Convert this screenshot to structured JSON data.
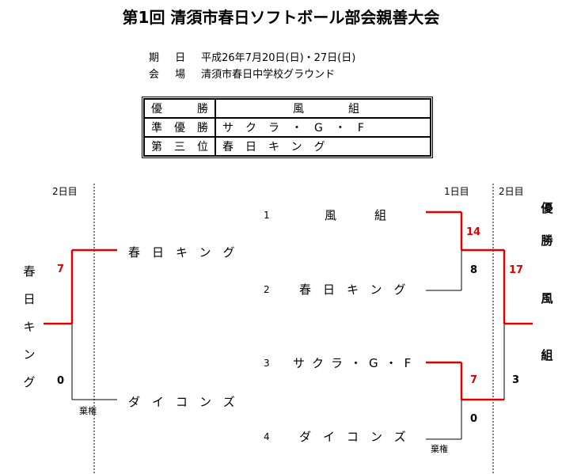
{
  "title": "第1回 清須市春日ソフトボール部会親善大会",
  "info": {
    "date_key": "期 日",
    "date_value": "平成26年7月20日(日)・27日(日)",
    "venue_key": "会 場",
    "venue_value": "清須市春日中学校グラウンド"
  },
  "results": [
    {
      "label": "優勝",
      "value": "風組"
    },
    {
      "label": "準優勝",
      "value": "サクラ・G・F"
    },
    {
      "label": "第三位",
      "value": "春日キング"
    }
  ],
  "day_labels": {
    "left_day2": "2日目",
    "right_day1": "1日目",
    "right_day2": "2日目"
  },
  "bracket": {
    "entries": [
      {
        "num": "1",
        "team": "風組"
      },
      {
        "num": "2",
        "team": "春日キング"
      },
      {
        "num": "3",
        "team": "サクラ・G・F"
      },
      {
        "num": "4",
        "team": "ダイコンズ"
      }
    ],
    "round1": [
      {
        "winner_score": "14",
        "loser_score": "8"
      },
      {
        "winner_score": "7",
        "loser_score": "0",
        "note": "棄権"
      }
    ],
    "final": {
      "winner_score": "17",
      "loser_score": "3",
      "champion_chars": [
        "優",
        "勝",
        "風",
        "組"
      ]
    },
    "third_place": {
      "top_team": "春日キング",
      "bottom_team": "ダイコンズ",
      "winner_score": "7",
      "loser_score": "0",
      "note": "棄権",
      "winner_chars": [
        "春",
        "日",
        "キ",
        "ン",
        "グ"
      ]
    }
  },
  "colors": {
    "winner_line": "#e00000",
    "score_red": "#e00000",
    "line": "#000000"
  }
}
